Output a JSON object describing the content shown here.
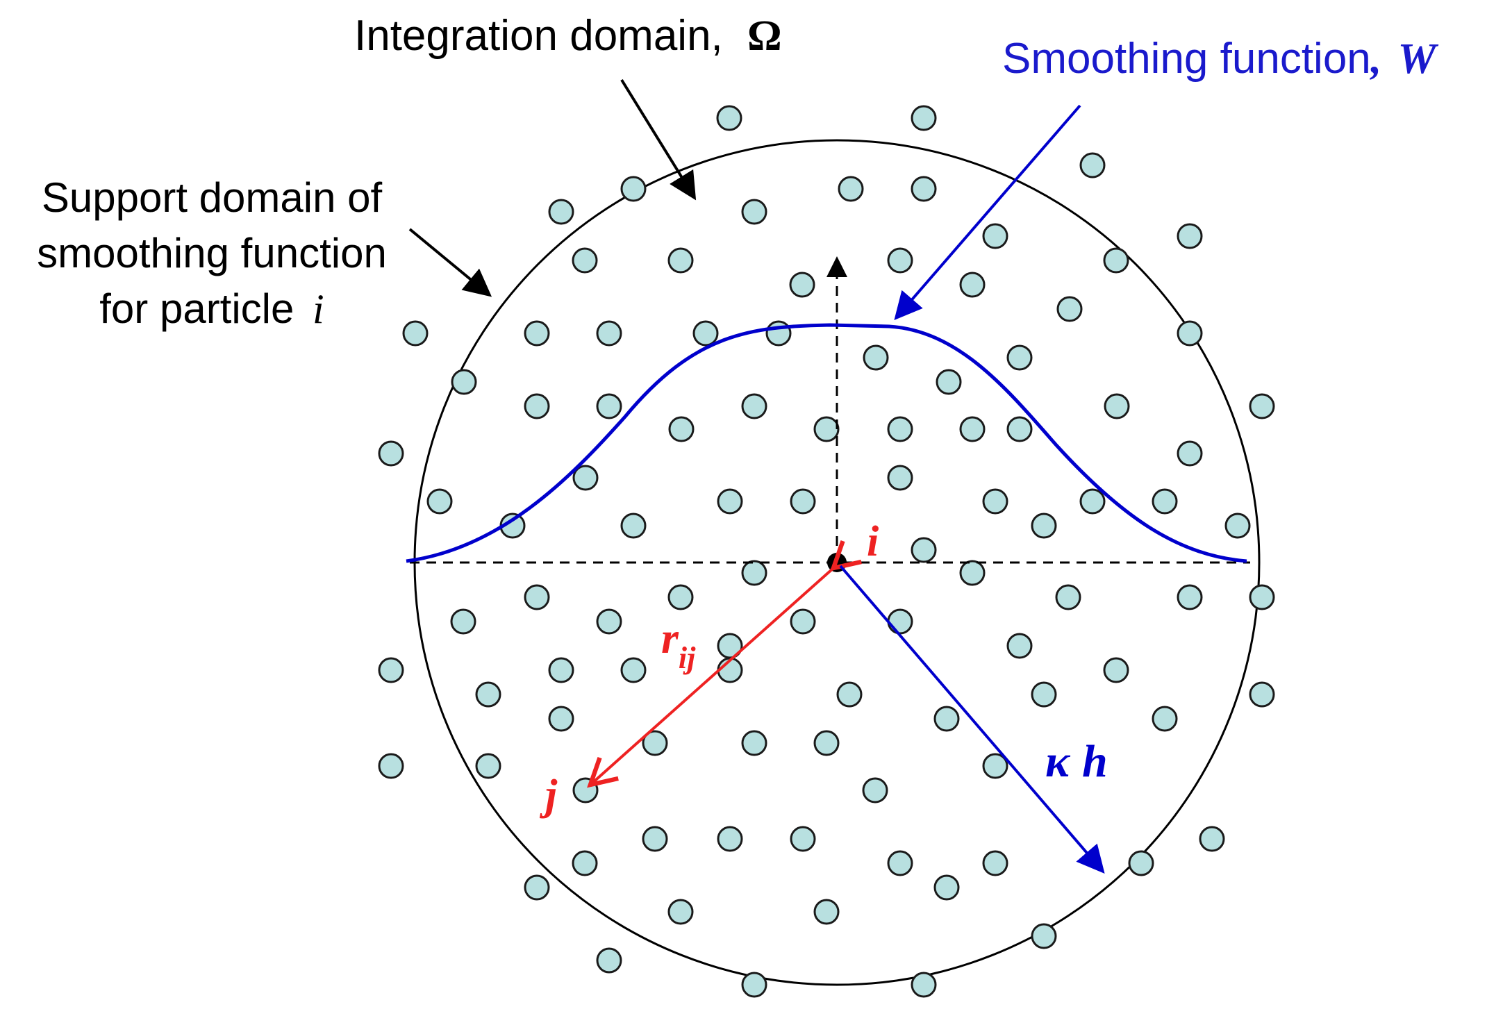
{
  "labels": {
    "integration_domain": "Integration domain,",
    "omega": "Ω",
    "smoothing_function": "Smoothing function",
    "smoothing_comma": ",",
    "smoothing_symbol": "W",
    "support_line1": "Support domain of",
    "support_line2": "smoothing function",
    "support_line3_text": "for particle",
    "support_line3_symbol": "i",
    "particle_i": "i",
    "particle_j": "j",
    "r_main": "r",
    "r_sub": "ij",
    "kappa": "κ",
    "h": "h"
  },
  "colors": {
    "particle_fill": "#b8e0e0",
    "particle_stroke": "#1a1a1a",
    "curve": "#0000cc",
    "red": "#ee2222",
    "black": "#000000",
    "blue_text": "#1a1acc"
  }
}
